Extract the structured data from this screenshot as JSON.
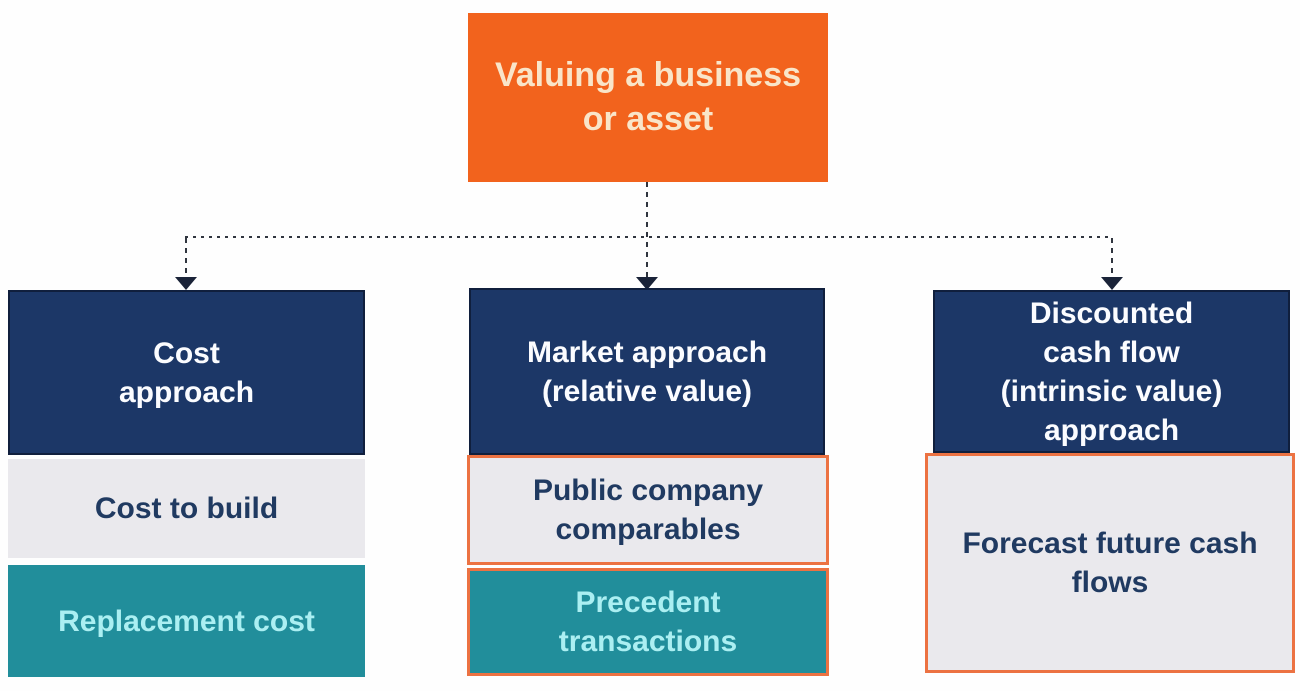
{
  "diagram": {
    "title": "Valuing a business\nor asset",
    "columns": [
      {
        "header": "Cost\napproach",
        "items": [
          {
            "label": "Cost to build"
          },
          {
            "label": "Replacement cost"
          }
        ]
      },
      {
        "header": "Market approach\n(relative value)",
        "items": [
          {
            "label": "Public company\ncomparables"
          },
          {
            "label": "Precedent\ntransactions"
          }
        ]
      },
      {
        "header": "Discounted\ncash flow\n(intrinsic value)\napproach",
        "items": [
          {
            "label": "Forecast future cash\nflows"
          }
        ]
      }
    ]
  },
  "colors": {
    "bg": "#fefefe",
    "orange": "#f2631d",
    "orange-border": "#ec7242",
    "navy": "#1c3767",
    "navy-edge": "#101f3d",
    "teal": "#218e9b",
    "gray": "#eae9ed",
    "cream-text": "#f9e5c9",
    "cyan-text": "#abeff2",
    "navy-text": "#203a61",
    "line": "#30353f",
    "arrow": "#1a2338"
  }
}
